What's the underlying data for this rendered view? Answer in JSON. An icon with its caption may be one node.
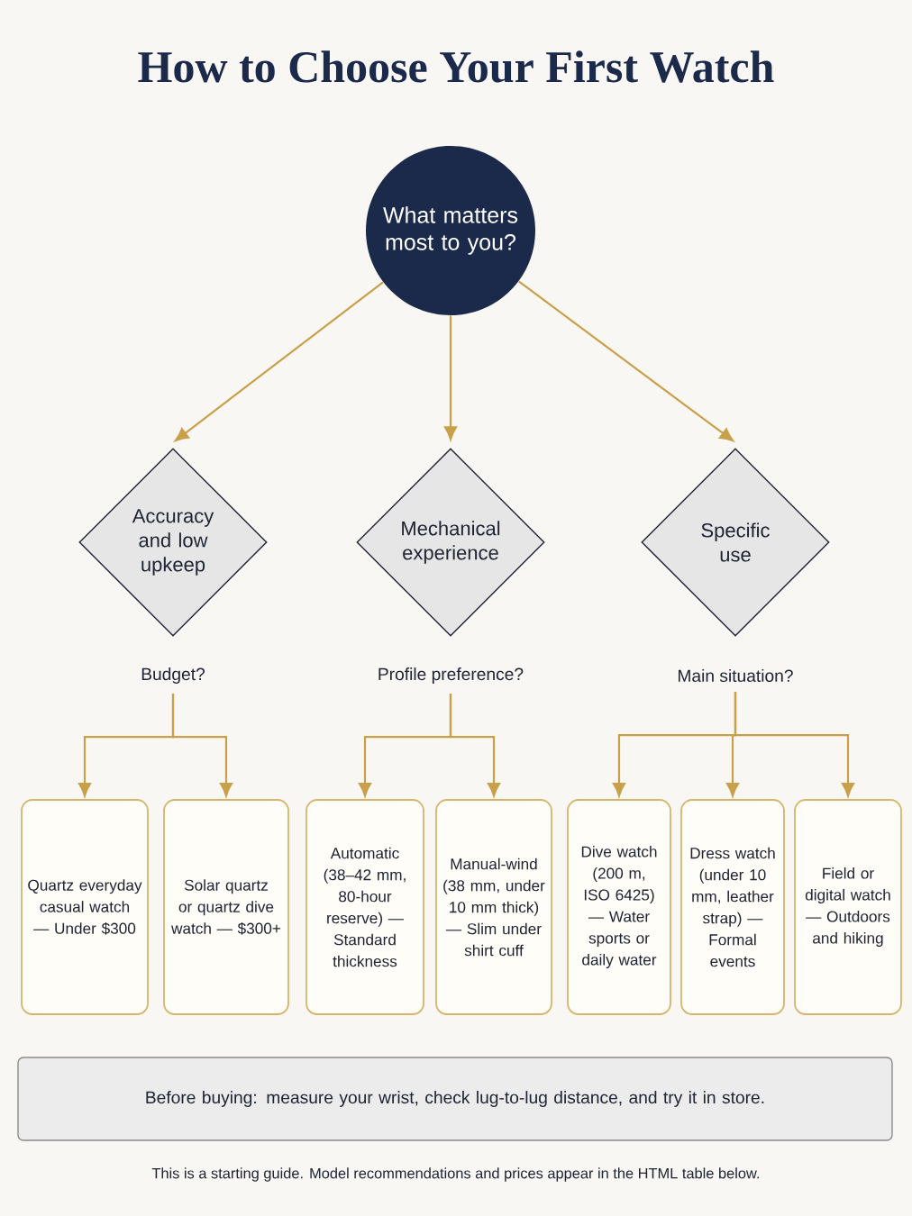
{
  "diagram": {
    "title": "How to Choose Your First Watch",
    "nodes": [
      {
        "text": [
          "What matters most to you?"
        ]
      },
      {
        "text": [
          "Accuracy and low upkeep"
        ],
        "beside": [
          "Budget?"
        ]
      },
      {
        "text": [
          "Mechanical experience"
        ],
        "beside": [
          "Profile preference?"
        ]
      },
      {
        "text": [
          "Specific use"
        ],
        "beside": [
          "Main situation?"
        ]
      },
      {
        "text": [
          "Quartz everyday casual watch — Under $300"
        ]
      },
      {
        "text": [
          "Solar quartz or quartz dive watch — $300+"
        ]
      },
      {
        "text": [
          "Automatic (38–42 mm, 80-hour reserve) — Standard thickness"
        ]
      },
      {
        "text": [
          "Manual-wind (38 mm, under 10 mm thick) — Slim under shirt cuff"
        ]
      },
      {
        "text": [
          "Dive watch (200 m, ISO 6425) — Water sports or daily water"
        ]
      },
      {
        "text": [
          "Dress watch (under 10 mm, leather strap) — Formal events"
        ]
      },
      {
        "text": [
          "Field or digital watch — Outdoors and hiking"
        ]
      },
      {
        "text": [
          "Before buying: measure your wrist, check lug-to-lug distance, and try it in store."
        ]
      }
    ],
    "edges": [
      {
        "from": 0,
        "to": 1,
        "arrow": "to"
      },
      {
        "from": 0,
        "to": 2,
        "arrow": "to"
      },
      {
        "from": 0,
        "to": 3,
        "arrow": "to"
      },
      {
        "from": 1,
        "to": 4,
        "arrow": "to"
      },
      {
        "from": 1,
        "to": 5,
        "arrow": "to"
      },
      {
        "from": 2,
        "to": 6,
        "arrow": "to"
      },
      {
        "from": 2,
        "to": 7,
        "arrow": "to"
      },
      {
        "from": 3,
        "to": 8,
        "arrow": "to"
      },
      {
        "from": 3,
        "to": 9,
        "arrow": "to"
      },
      {
        "from": 3,
        "to": 10,
        "arrow": "to"
      }
    ],
    "caption": "This is a starting guide. Model recommendations and prices appear in the HTML table below."
  }
}
